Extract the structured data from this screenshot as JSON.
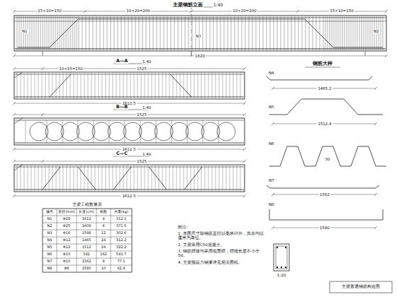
{
  "diagram": {
    "title": "主梁普通钢筋构造图",
    "labels": [
      "主梁钢筋立面",
      "1:40",
      "15×10=150",
      "10×20=200",
      "10×20=200",
      "15×10=150",
      "1620",
      "N1",
      "N2",
      "N3",
      "A—A",
      "1:40",
      "1525",
      "10×15=150",
      "1612.5",
      "B—B",
      "1:40",
      "1525",
      "1612.5",
      "C—C",
      "1:40",
      "1525",
      "1612.5",
      "钢筋大样",
      "N4",
      "1465.2",
      "N5",
      "1512.4",
      "N6",
      "30",
      "N7",
      "1562",
      "N8",
      "1580",
      "主梁工程数量表",
      "编号",
      "直径(mm)",
      "长度(cm)",
      "根数",
      "共重(kg)",
      "N1",
      "Φ28",
      "1612",
      "4",
      "312.1",
      "N2",
      "Φ25",
      "1608",
      "6",
      "371.5",
      "N3",
      "Φ16",
      "1598",
      "12",
      "302.6",
      "N4",
      "Φ12",
      "1465",
      "24",
      "312.2",
      "N5",
      "Φ12",
      "1512",
      "24",
      "322.2",
      "N6",
      "Φ10",
      "542",
      "162",
      "541.7",
      "N7",
      "Φ10",
      "1562",
      "8",
      "77.1",
      "N8",
      "Φ8",
      "1580",
      "10",
      "62.4",
      "附注:",
      "1. 本图尺寸除钢筋直径以毫米计外，其余均以厘米为单位。",
      "2. 主梁采用C50混凝土。",
      "3. 钢筋焊接均采用双面焊，焊缝长度不小于5d。",
      "4. 主梁预应力钢束详见相关图纸。",
      "1:20"
    ]
  }
}
